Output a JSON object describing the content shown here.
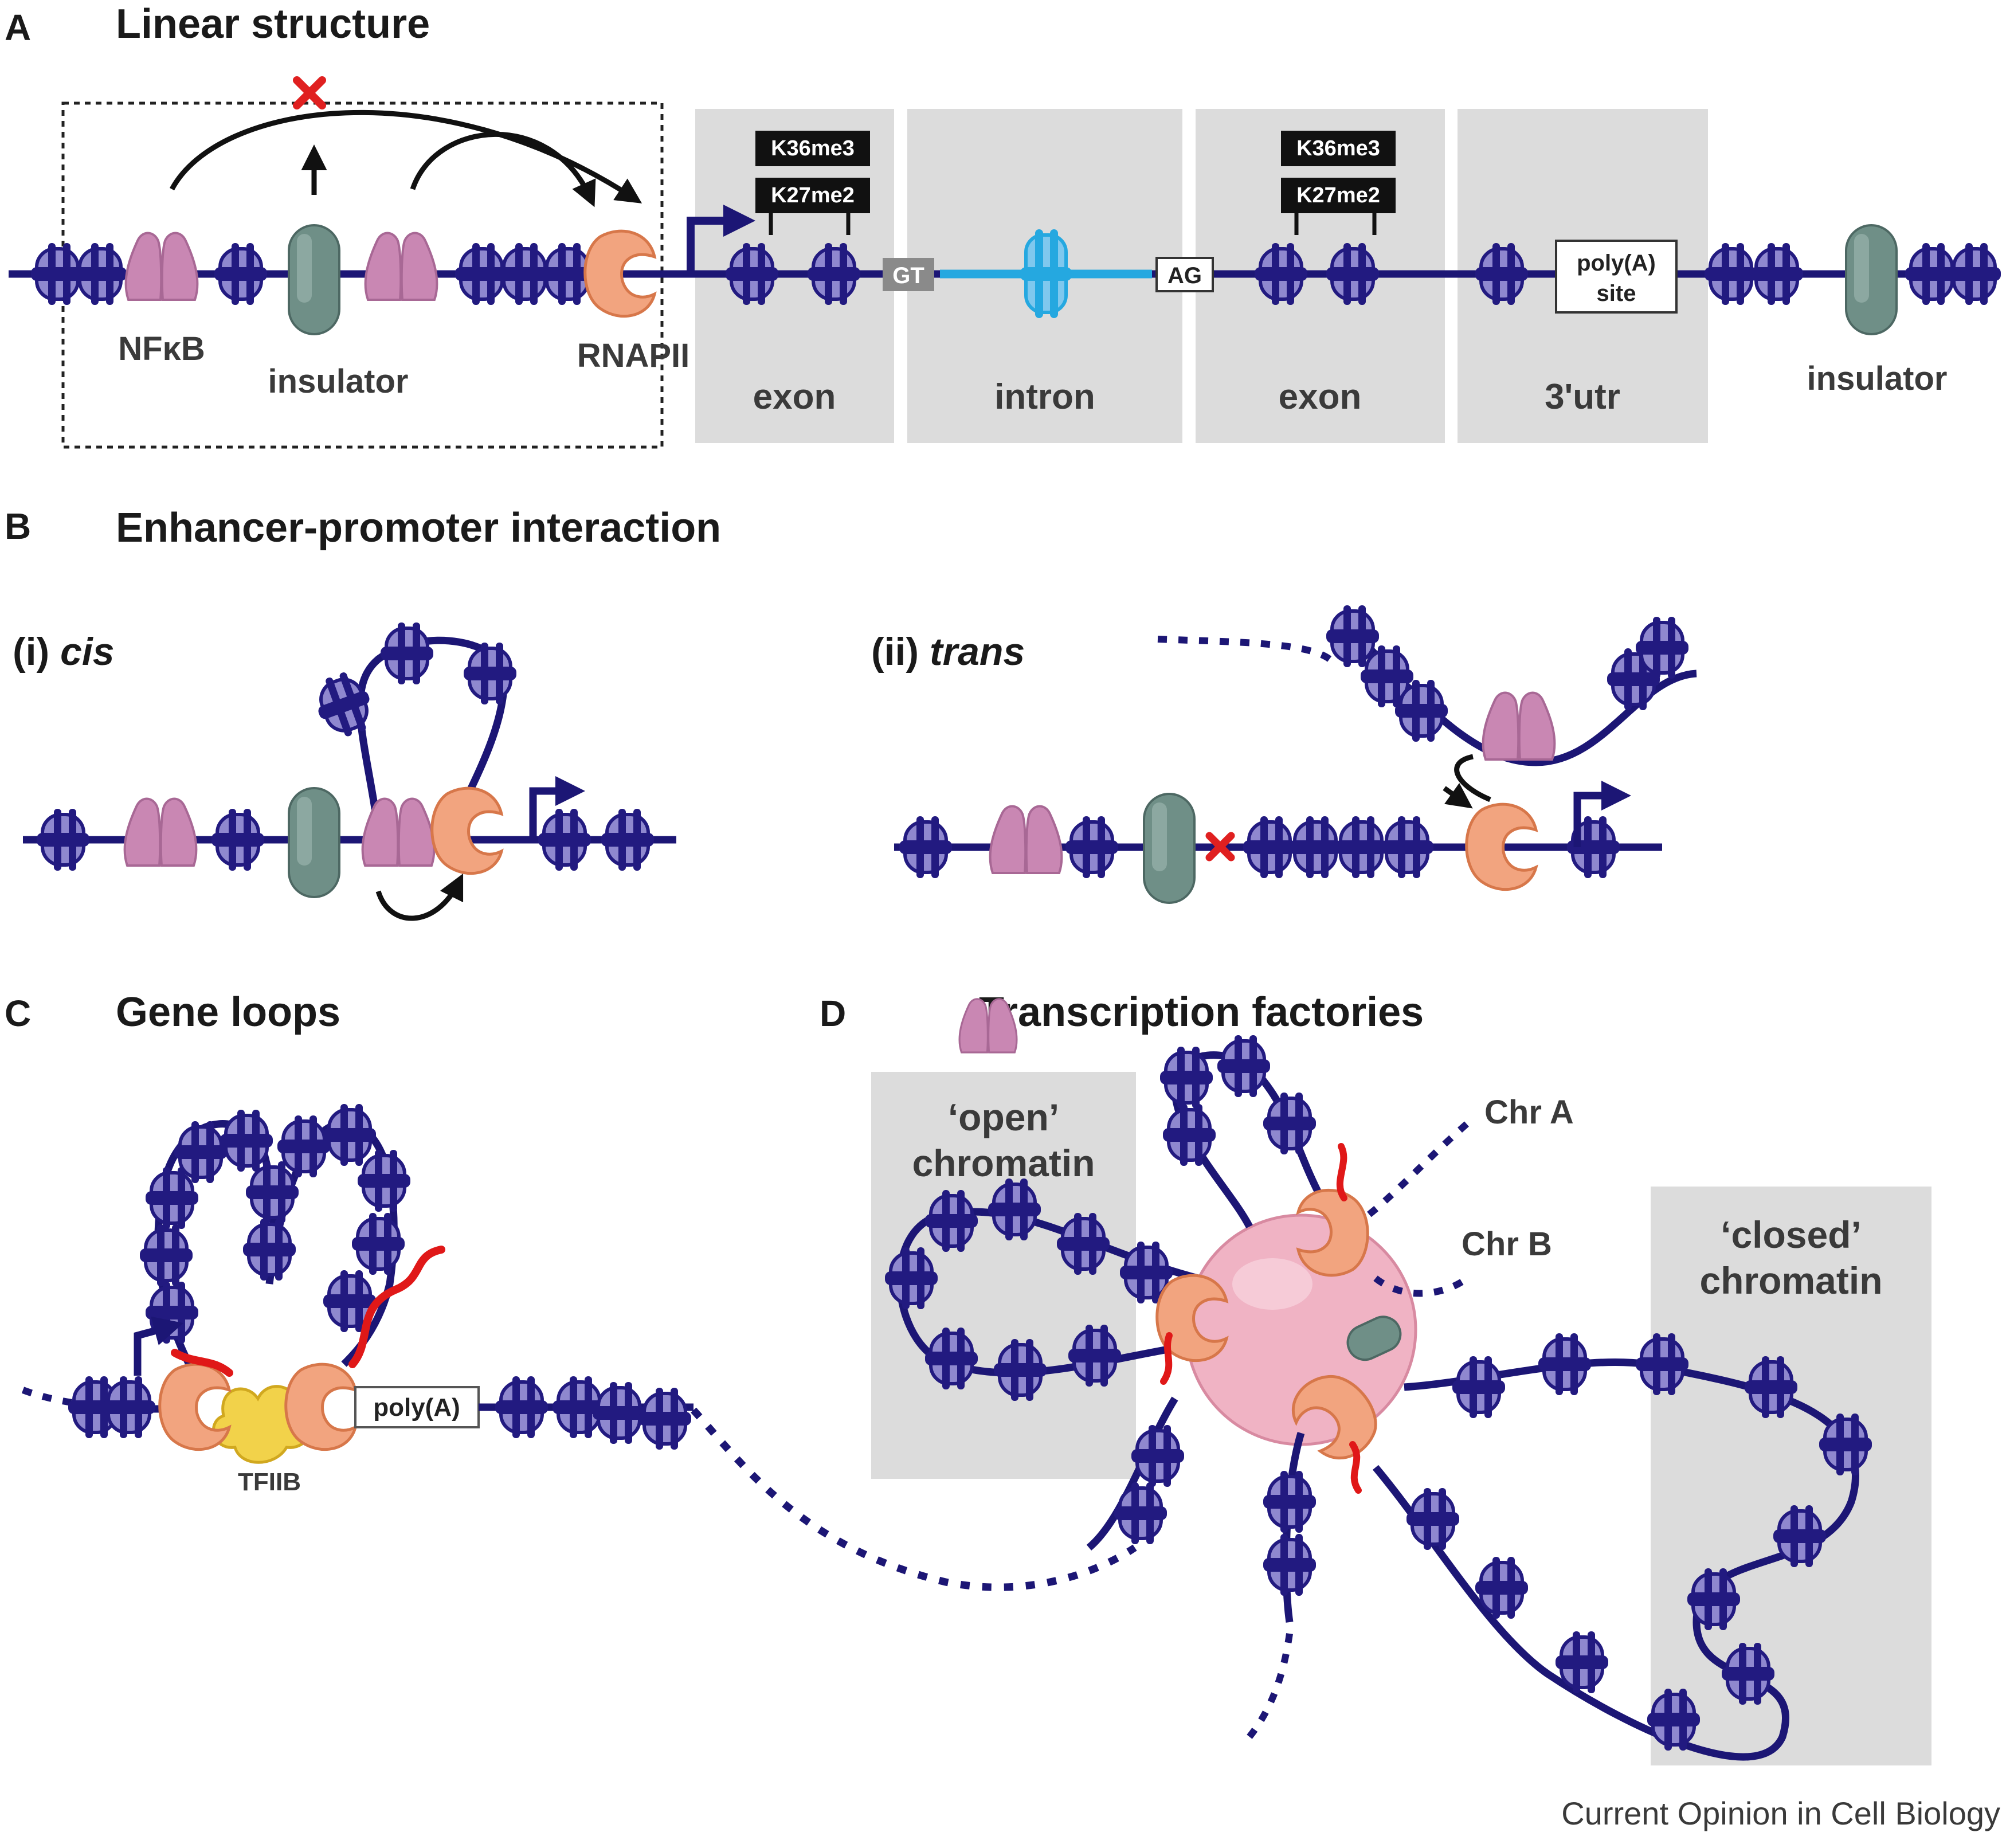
{
  "panels": {
    "a": {
      "letter": "A",
      "title": "Linear structure"
    },
    "b": {
      "letter": "B",
      "title": "Enhancer-promoter interaction",
      "cis_prefix": "(i) ",
      "cis_word": "cis",
      "trans_prefix": "(ii) ",
      "trans_word": "trans"
    },
    "c": {
      "letter": "C",
      "title": "Gene loops"
    },
    "d": {
      "letter": "D",
      "title": "Transcription factories"
    }
  },
  "linear": {
    "nfkb": "NFκB",
    "insulator": "insulator",
    "rnapii": "RNAPII",
    "regions": [
      "exon",
      "intron",
      "exon",
      "3'utr"
    ],
    "insulator_right": "insulator",
    "marks": [
      "K36me3",
      "K27me2"
    ],
    "gt": "GT",
    "ag": "AG",
    "polya_line1": "poly(A)",
    "polya_line2": "site"
  },
  "gene_loops": {
    "tfiib": "TFIIB",
    "polya": "poly(A)"
  },
  "factories": {
    "open_line1": "‘open’",
    "open_line2": "chromatin",
    "closed_line1": "‘closed’",
    "closed_line2": "chromatin",
    "chr_a": "Chr A",
    "chr_b": "Chr B"
  },
  "credit": "Current Opinion in Cell Biology",
  "colors": {
    "dna": "#1c1675",
    "nucleosome_dark": "#221a80",
    "nucleosome_light": "#8f88cf",
    "nfkb": "#c987b3",
    "insulator": "#6f8f87",
    "rnapii": "#f2a47f",
    "intron": "#25a8e0",
    "region_bg": "#dcdcdc",
    "factory": "#f0b3c4",
    "tfiib": "#f2d24a",
    "transcript": "#e01818",
    "block_x": "#e02020"
  }
}
